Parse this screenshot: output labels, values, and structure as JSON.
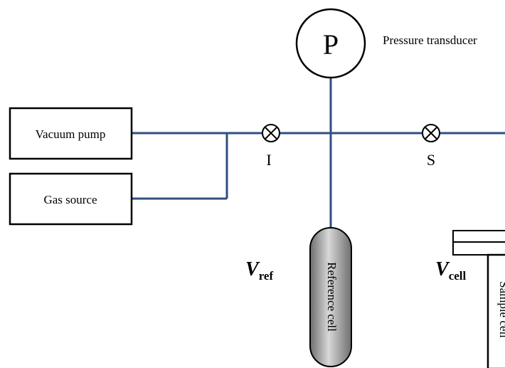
{
  "pressure_gauge": {
    "symbol": "P",
    "label": "Pressure transducer"
  },
  "boxes": {
    "vacuum_pump": "Vacuum pump",
    "gas_source": "Gas source"
  },
  "valves": {
    "inlet": "I",
    "sample": "S"
  },
  "reference_cell": {
    "label": "Reference cell",
    "volume_symbol": "V",
    "volume_subscript": "ref"
  },
  "sample_cell": {
    "label": "Sample cell",
    "volume_symbol": "V",
    "volume_subscript": "cell"
  },
  "colors": {
    "pipe": "#2f4f7f",
    "cell_fill_light": "#d8d8d8",
    "cell_fill_dark": "#6e6e6e",
    "outline": "#000000"
  }
}
